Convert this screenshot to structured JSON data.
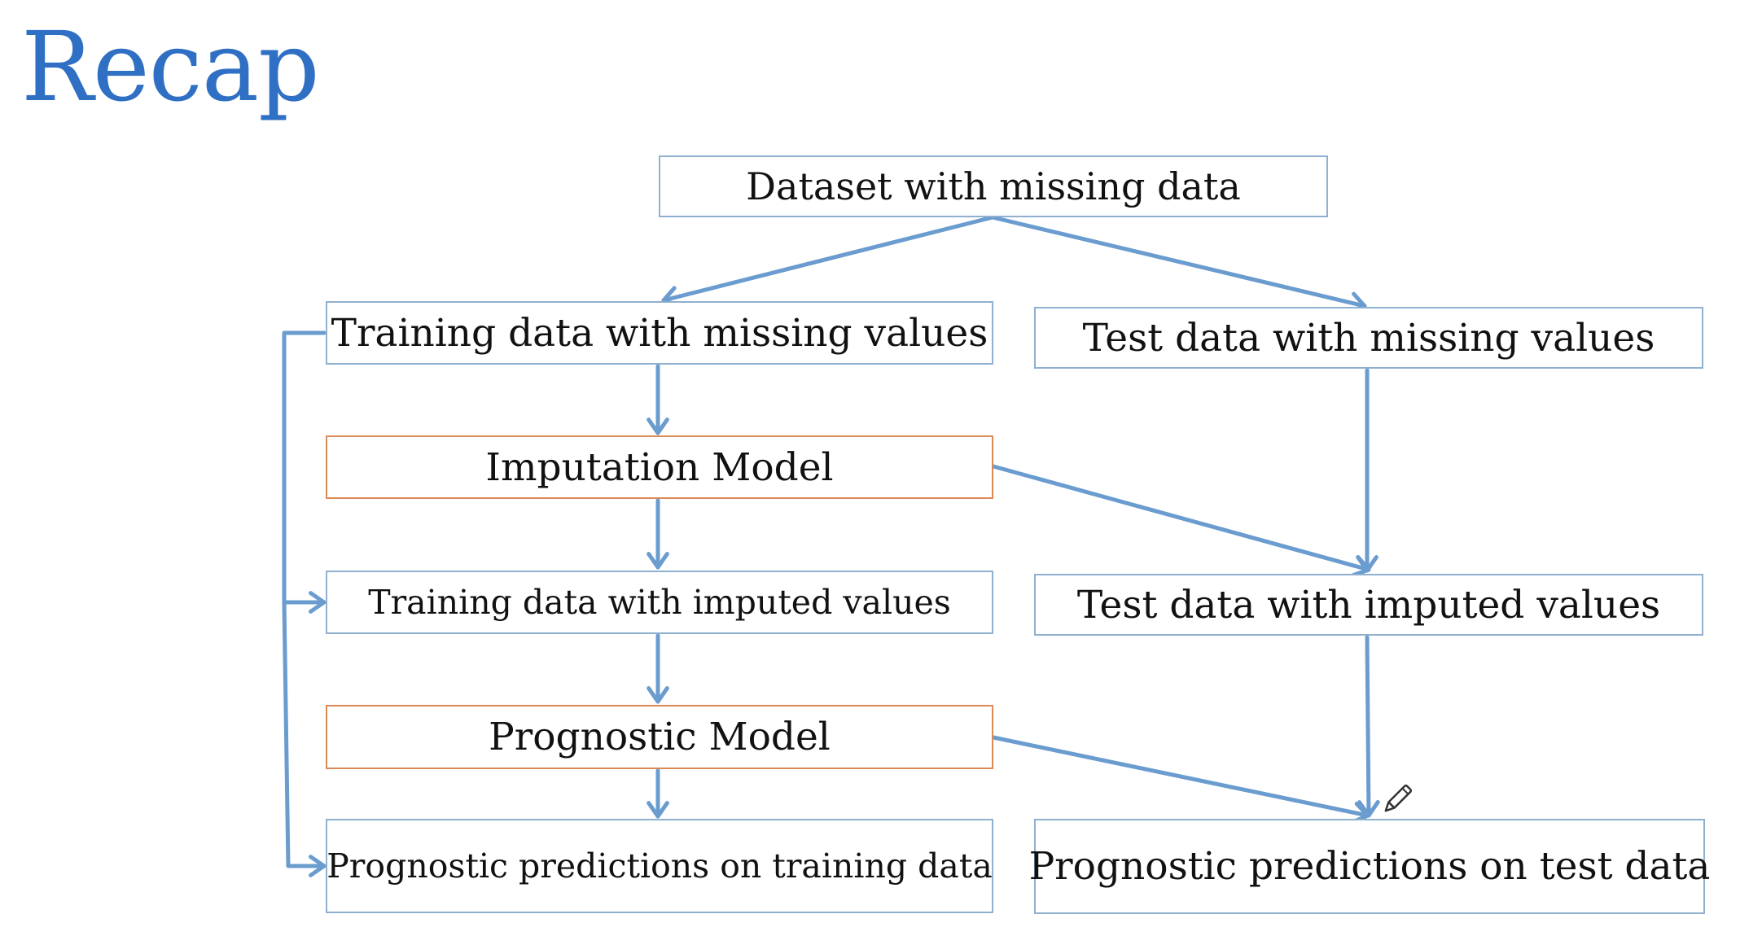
{
  "slide": {
    "title": "Recap"
  },
  "colors": {
    "title": "#2f6fc4",
    "data_border": "#8fb0cf",
    "model_border": "#d98a55",
    "arrow": "#6a9ccf",
    "text": "#111111"
  },
  "diagram": {
    "nodes": [
      {
        "id": "dataset",
        "kind": "data",
        "label": "Dataset with missing data"
      },
      {
        "id": "train-missing",
        "kind": "data",
        "label": "Training data with missing values"
      },
      {
        "id": "test-missing",
        "kind": "data",
        "label": "Test data with missing values"
      },
      {
        "id": "imputation-model",
        "kind": "model",
        "label": "Imputation Model"
      },
      {
        "id": "train-imputed",
        "kind": "data",
        "label": "Training data with imputed values"
      },
      {
        "id": "test-imputed",
        "kind": "data",
        "label": "Test data with imputed values"
      },
      {
        "id": "prognostic-model",
        "kind": "model",
        "label": "Prognostic Model"
      },
      {
        "id": "train-predictions",
        "kind": "data",
        "label": "Prognostic predictions on training data"
      },
      {
        "id": "test-predictions",
        "kind": "data",
        "label": "Prognostic predictions on test data"
      }
    ],
    "edges": [
      {
        "from": "dataset",
        "to": "train-missing"
      },
      {
        "from": "dataset",
        "to": "test-missing"
      },
      {
        "from": "train-missing",
        "to": "imputation-model"
      },
      {
        "from": "imputation-model",
        "to": "train-imputed"
      },
      {
        "from": "imputation-model",
        "to": "test-imputed"
      },
      {
        "from": "test-missing",
        "to": "test-imputed"
      },
      {
        "from": "train-missing",
        "to": "train-imputed"
      },
      {
        "from": "train-missing",
        "to": "train-predictions"
      },
      {
        "from": "train-imputed",
        "to": "prognostic-model"
      },
      {
        "from": "prognostic-model",
        "to": "train-predictions"
      },
      {
        "from": "prognostic-model",
        "to": "test-predictions"
      },
      {
        "from": "test-imputed",
        "to": "test-predictions"
      }
    ]
  },
  "cursor": {
    "icon": "pencil-icon"
  }
}
